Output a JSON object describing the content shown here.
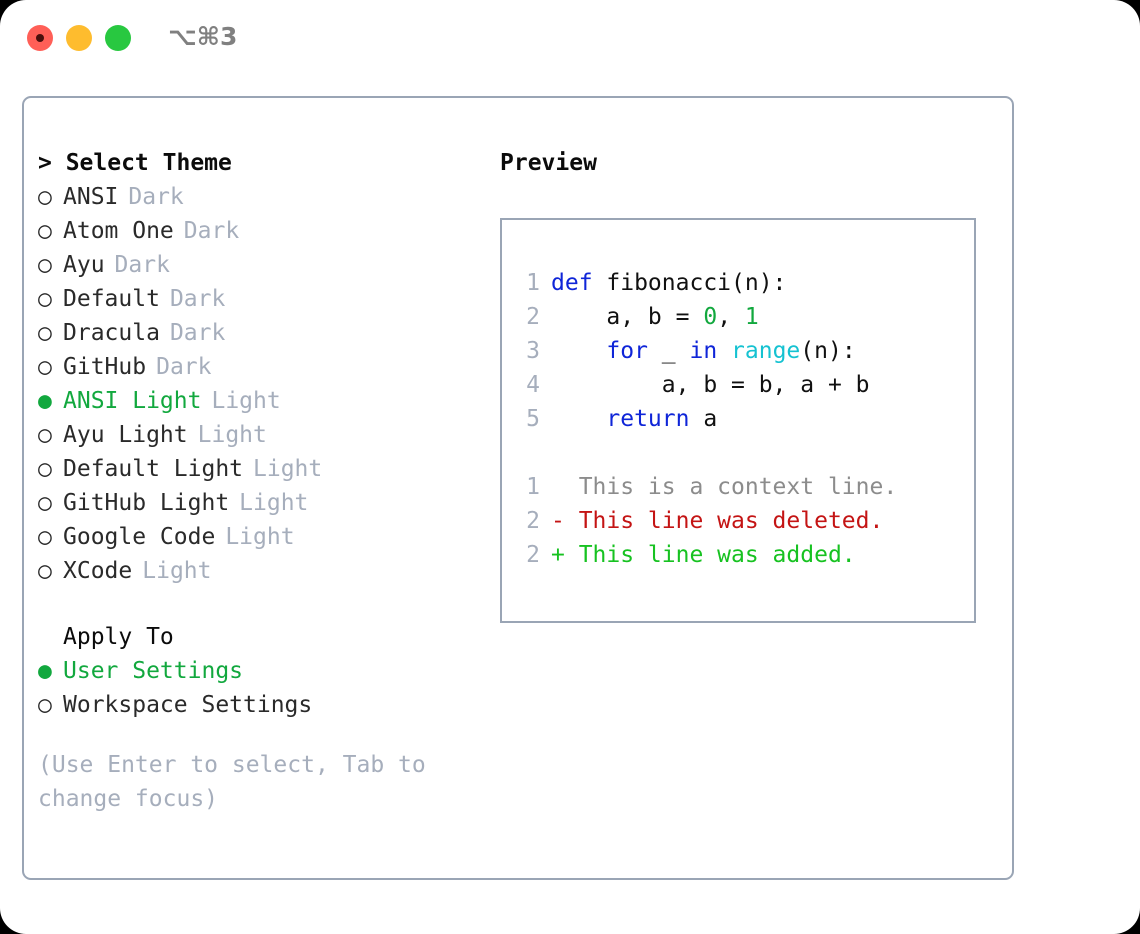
{
  "titlebar": {
    "shortcut": "⌥⌘3",
    "buttons": [
      {
        "name": "close",
        "color": "#ff5f57"
      },
      {
        "name": "minimize",
        "color": "#febc2e"
      },
      {
        "name": "maximize",
        "color": "#28c840"
      }
    ]
  },
  "theme_picker": {
    "heading": "> Select Theme",
    "items": [
      {
        "bullet": "○",
        "label": "ANSI",
        "category": "Dark",
        "selected": false
      },
      {
        "bullet": "○",
        "label": "Atom One",
        "category": "Dark",
        "selected": false
      },
      {
        "bullet": "○",
        "label": "Ayu",
        "category": "Dark",
        "selected": false
      },
      {
        "bullet": "○",
        "label": "Default",
        "category": "Dark",
        "selected": false
      },
      {
        "bullet": "○",
        "label": "Dracula",
        "category": "Dark",
        "selected": false
      },
      {
        "bullet": "○",
        "label": "GitHub",
        "category": "Dark",
        "selected": false
      },
      {
        "bullet": "●",
        "label": "ANSI Light",
        "category": "Light",
        "selected": true
      },
      {
        "bullet": "○",
        "label": "Ayu Light",
        "category": "Light",
        "selected": false
      },
      {
        "bullet": "○",
        "label": "Default Light",
        "category": "Light",
        "selected": false
      },
      {
        "bullet": "○",
        "label": "GitHub Light",
        "category": "Light",
        "selected": false
      },
      {
        "bullet": "○",
        "label": "Google Code",
        "category": "Light",
        "selected": false
      },
      {
        "bullet": "○",
        "label": "XCode",
        "category": "Light",
        "selected": false
      }
    ]
  },
  "apply_to": {
    "heading": "Apply To",
    "items": [
      {
        "bullet": "●",
        "label": "User Settings",
        "selected": true
      },
      {
        "bullet": "○",
        "label": "Workspace Settings",
        "selected": false
      }
    ]
  },
  "hint": "(Use Enter to select, Tab to change focus)",
  "preview": {
    "heading": "Preview",
    "code_lines": [
      {
        "no": "1",
        "tokens": [
          {
            "t": "def",
            "c": "kw"
          },
          {
            "t": " fibonacci(n):",
            "c": "plain"
          }
        ]
      },
      {
        "no": "2",
        "tokens": [
          {
            "t": "    a, b = ",
            "c": "plain"
          },
          {
            "t": "0",
            "c": "num"
          },
          {
            "t": ", ",
            "c": "plain"
          },
          {
            "t": "1",
            "c": "num"
          }
        ]
      },
      {
        "no": "3",
        "tokens": [
          {
            "t": "    ",
            "c": "plain"
          },
          {
            "t": "for",
            "c": "kw"
          },
          {
            "t": " _ ",
            "c": "plain"
          },
          {
            "t": "in",
            "c": "kw"
          },
          {
            "t": " ",
            "c": "plain"
          },
          {
            "t": "range",
            "c": "fn"
          },
          {
            "t": "(n):",
            "c": "plain"
          }
        ]
      },
      {
        "no": "4",
        "tokens": [
          {
            "t": "        a, b = b, a + b",
            "c": "plain"
          }
        ]
      },
      {
        "no": "5",
        "tokens": [
          {
            "t": "    ",
            "c": "plain"
          },
          {
            "t": "return",
            "c": "kw"
          },
          {
            "t": " a",
            "c": "plain"
          }
        ]
      }
    ],
    "diff_lines": [
      {
        "no": "1",
        "text": "  This is a context line.",
        "kind": "ctx"
      },
      {
        "no": "2",
        "text": "- This line was deleted.",
        "kind": "del"
      },
      {
        "no": "2",
        "text": "+ This line was added.",
        "kind": "add"
      }
    ]
  },
  "colors": {
    "accent_green": "#12a83e",
    "muted": "#a6aebc",
    "border": "#9aa5b5",
    "keyword": "#0f25d8",
    "function": "#15c2d1",
    "number": "#12a83e",
    "diff_add": "#17c221",
    "diff_del": "#c41414",
    "diff_ctx": "#8c8c8c"
  }
}
